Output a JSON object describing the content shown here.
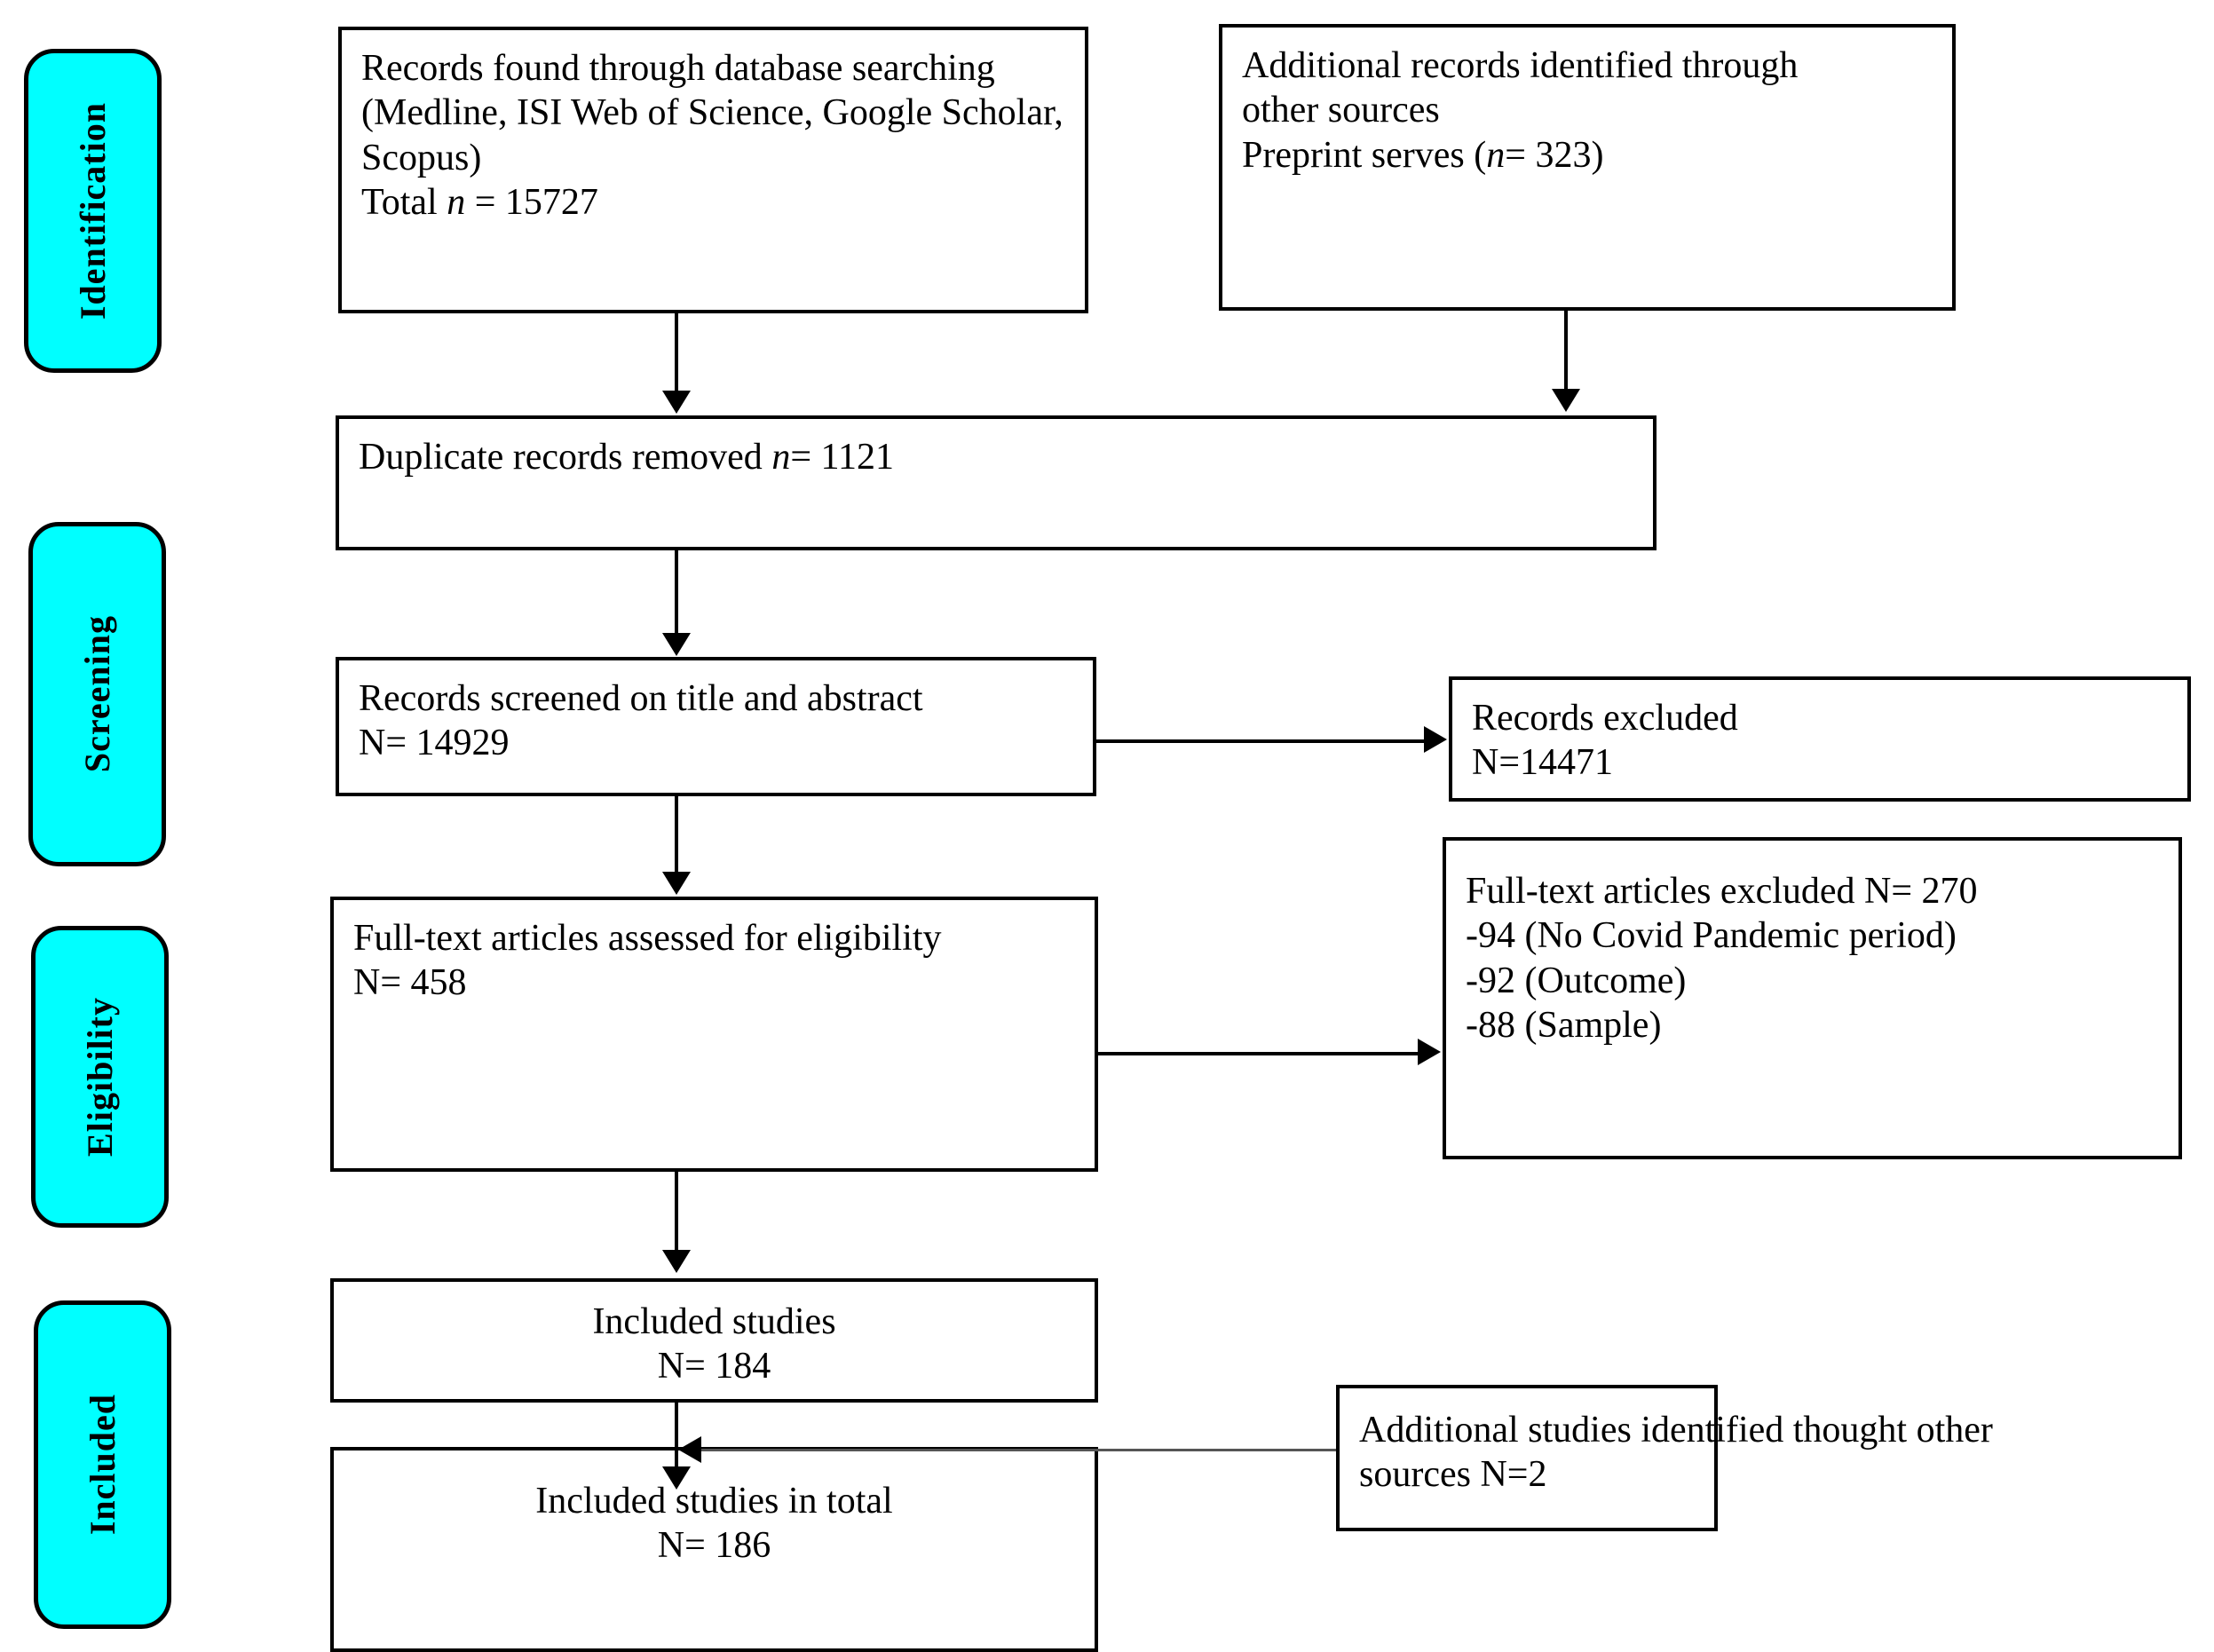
{
  "diagram": {
    "type": "prisma-flow-diagram",
    "title": "PRISMA study selection flow diagram"
  },
  "stages": [
    {
      "id": "identification",
      "label": "Identification"
    },
    {
      "id": "screening",
      "label": "Screening"
    },
    {
      "id": "eligibility",
      "label": "Eligibility"
    },
    {
      "id": "included",
      "label": "Included"
    }
  ],
  "boxes": {
    "records_found": {
      "line1": "Records found through database searching",
      "line2": "(Medline, ISI Web of Science, Google Scholar,",
      "line3": "Scopus)",
      "line4_prefix": "Total ",
      "line4_italic": "n",
      "line4_suffix": " = 15727"
    },
    "additional_records": {
      "line1": "Additional records identified through",
      "line2": "other sources",
      "line3_prefix": "Preprint serves (",
      "line3_italic": "n",
      "line3_suffix": "= 323)"
    },
    "duplicates_removed": {
      "line1_prefix": "Duplicate records removed ",
      "line1_italic": "n",
      "line1_suffix": "= 1121"
    },
    "records_screened": {
      "line1": "Records screened on title and abstract",
      "line2": "N= 14929"
    },
    "records_excluded": {
      "line1": "Records excluded",
      "line2": "N=14471"
    },
    "fulltext_assessed": {
      "line1": "Full-text articles assessed for eligibility",
      "line2": "N= 458"
    },
    "fulltext_excluded": {
      "line1": "Full-text articles excluded N= 270",
      "line2": "-94 (No Covid Pandemic period)",
      "line3": "-92 (Outcome)",
      "line4": "-88 (Sample)"
    },
    "included_studies": {
      "line1": "Included studies",
      "line2": "N= 184"
    },
    "additional_studies": {
      "line1": "Additional studies identified thought other",
      "line2": "sources N=2"
    },
    "included_total": {
      "line1": "Included studies in total",
      "line2": "N= 186"
    }
  },
  "chart_data": {
    "type": "diagram",
    "title": "PRISMA flow of study selection",
    "nodes": [
      {
        "id": "records_found",
        "stage": "Identification",
        "label": "Records found through database searching (Medline, ISI Web of Science, Google Scholar, Scopus)",
        "count": 15727,
        "count_symbol": "n"
      },
      {
        "id": "additional_records",
        "stage": "Identification",
        "label": "Additional records identified through other sources Preprint serves",
        "count": 323,
        "count_symbol": "n"
      },
      {
        "id": "duplicates_removed",
        "stage": "Identification",
        "label": "Duplicate records removed",
        "count": 1121,
        "count_symbol": "n"
      },
      {
        "id": "records_screened",
        "stage": "Screening",
        "label": "Records screened on title and abstract",
        "count": 14929,
        "count_symbol": "N"
      },
      {
        "id": "records_excluded",
        "stage": "Screening",
        "label": "Records excluded",
        "count": 14471,
        "count_symbol": "N"
      },
      {
        "id": "fulltext_assessed",
        "stage": "Eligibility",
        "label": "Full-text articles assessed for eligibility",
        "count": 458,
        "count_symbol": "N"
      },
      {
        "id": "fulltext_excluded",
        "stage": "Eligibility",
        "label": "Full-text articles excluded",
        "count": 270,
        "count_symbol": "N",
        "reasons": [
          {
            "label": "No Covid Pandemic period",
            "count": 94
          },
          {
            "label": "Outcome",
            "count": 92
          },
          {
            "label": "Sample",
            "count": 88
          }
        ]
      },
      {
        "id": "included_studies",
        "stage": "Included",
        "label": "Included studies",
        "count": 184,
        "count_symbol": "N"
      },
      {
        "id": "additional_studies",
        "stage": "Included",
        "label": "Additional studies identified thought other sources",
        "count": 2,
        "count_symbol": "N"
      },
      {
        "id": "included_total",
        "stage": "Included",
        "label": "Included studies in total",
        "count": 186,
        "count_symbol": "N"
      }
    ],
    "edges": [
      {
        "from": "records_found",
        "to": "duplicates_removed"
      },
      {
        "from": "additional_records",
        "to": "duplicates_removed"
      },
      {
        "from": "duplicates_removed",
        "to": "records_screened"
      },
      {
        "from": "records_screened",
        "to": "records_excluded"
      },
      {
        "from": "records_screened",
        "to": "fulltext_assessed"
      },
      {
        "from": "fulltext_assessed",
        "to": "fulltext_excluded"
      },
      {
        "from": "fulltext_assessed",
        "to": "included_studies"
      },
      {
        "from": "included_studies",
        "to": "included_total"
      },
      {
        "from": "additional_studies",
        "to": "included_total"
      }
    ],
    "colors": {
      "stage_pill": "#00FFFF",
      "box_border": "#000000",
      "box_fill": "#FFFFFF",
      "text": "#000000"
    }
  }
}
